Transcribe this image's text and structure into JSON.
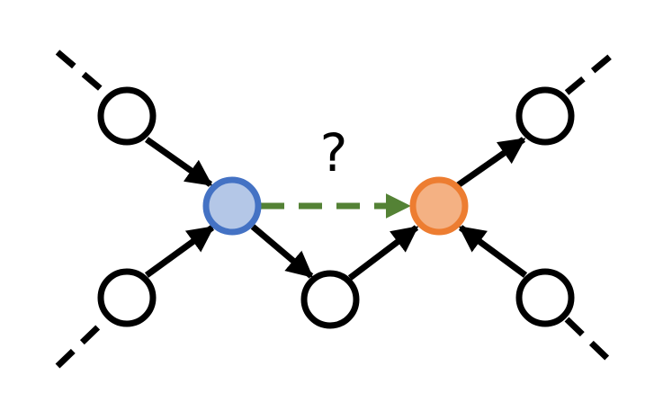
{
  "diagram": {
    "question_label": "?",
    "colors": {
      "edge": "#000000",
      "node_stroke": "#000000",
      "node_fill": "#ffffff",
      "source_fill": "#b4c7e7",
      "source_stroke": "#4472c4",
      "target_fill": "#f4b183",
      "target_stroke": "#ed7d31",
      "predicted_link": "#548235"
    },
    "nodes": [
      {
        "id": "top-left",
        "role": "neighbor"
      },
      {
        "id": "bottom-left",
        "role": "neighbor"
      },
      {
        "id": "source",
        "role": "source"
      },
      {
        "id": "middle",
        "role": "intermediate"
      },
      {
        "id": "target",
        "role": "target"
      },
      {
        "id": "top-right",
        "role": "neighbor"
      },
      {
        "id": "bottom-right",
        "role": "neighbor"
      }
    ],
    "edges": [
      {
        "from": "top-left",
        "to": "source",
        "style": "solid-arrow"
      },
      {
        "from": "bottom-left",
        "to": "source",
        "style": "solid-arrow"
      },
      {
        "from": "source",
        "to": "middle",
        "style": "solid-arrow"
      },
      {
        "from": "middle",
        "to": "target",
        "style": "solid-arrow"
      },
      {
        "from": "target",
        "to": "top-right",
        "style": "solid-arrow"
      },
      {
        "from": "bottom-right",
        "to": "target",
        "style": "solid-arrow"
      },
      {
        "from": "source",
        "to": "target",
        "style": "dashed-arrow"
      }
    ],
    "continuations": [
      "top-left",
      "bottom-left",
      "top-right",
      "bottom-right"
    ]
  }
}
